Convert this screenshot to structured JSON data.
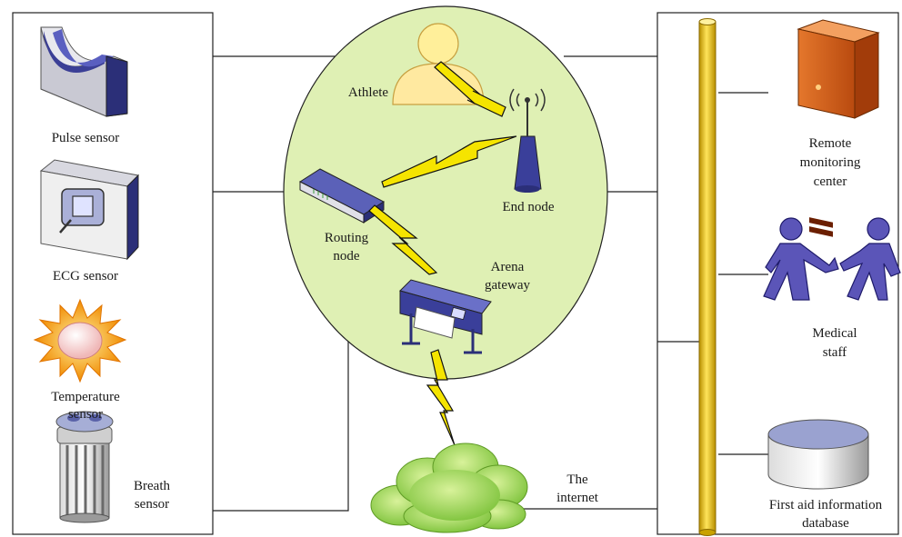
{
  "sensors": {
    "pulse": "Pulse sensor",
    "ecg": "ECG sensor",
    "temperature_line1": "Temperature",
    "temperature_line2": "sensor",
    "breath_line1": "Breath",
    "breath_line2": "sensor"
  },
  "arena": {
    "athlete": "Athlete",
    "end_node": "End node",
    "routing_line1": "Routing",
    "routing_line2": "node",
    "gateway_line1": "Arena",
    "gateway_line2": "gateway"
  },
  "internet": {
    "line1": "The",
    "line2": "internet"
  },
  "remote": {
    "monitoring_line1": "Remote",
    "monitoring_line2": "monitoring",
    "monitoring_line3": "center",
    "staff_line1": "Medical",
    "staff_line2": "staff",
    "database_line1": "First aid information",
    "database_line2": "database"
  },
  "colors": {
    "arena_fill": "#dff0b4",
    "bus": "#e8c21a",
    "cloud": "#9ed650",
    "lightning": "#f5e400",
    "device_blue": "#3a3f9a",
    "person_blue": "#5b55b8"
  }
}
